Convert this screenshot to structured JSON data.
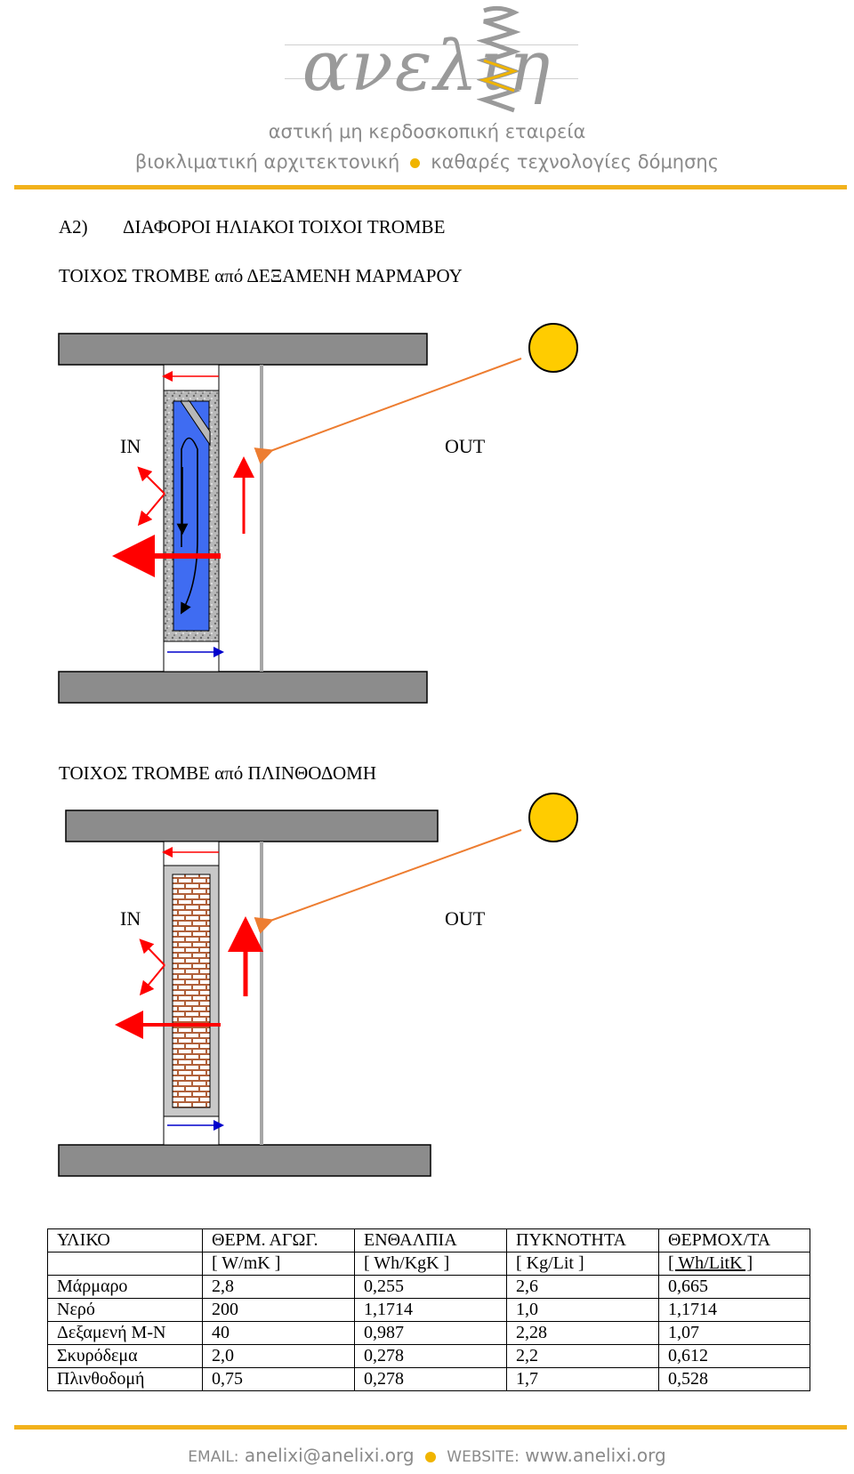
{
  "header": {
    "logo_text": "ανελιη",
    "tagline1": "αστική μη κερδοσκοπική εταιρεία",
    "tagline2_left": "βιοκλιματική αρχιτεκτονική",
    "tagline2_right": "καθαρές τεχνολογίες δόμησης"
  },
  "section": {
    "number": "Α2)",
    "title": "ΔΙΑΦΟΡΟΙ ΗΛΙΑΚΟΙ ΤΟΙΧΟΙ TROMBE"
  },
  "diagram1": {
    "title": "ΤΟΙΧΟΣ TROMBE από ΔΕΞΑΜΕΝΗ ΜΑΡΜΑΡΟΥ",
    "in_label": "IN",
    "out_label": "OUT"
  },
  "diagram2": {
    "title": "ΤΟΙΧΟΣ TROMBE από ΠΛΙΝΘΟΔΟΜΗ",
    "in_label": "IN",
    "out_label": "OUT"
  },
  "colors": {
    "accent": "#f2b21c",
    "sun": "#ffcc00",
    "water": "#3f6cf2",
    "brick": "#b0603a",
    "slab": "#8c8c8c",
    "hot_arrow": "#ff0000",
    "cold_arrow": "#0000cc",
    "sun_ray": "#ed7d31"
  },
  "table": {
    "headers": [
      "ΥΛΙΚΟ",
      "ΘΕΡΜ. ΑΓΩΓ.",
      "ΕΝΘΑΛΠΙΑ",
      "ΠΥΚΝΟΤΗΤΑ",
      "ΘΕΡΜΟΧ/ΤΑ"
    ],
    "units": [
      "",
      "[ W/mK ]",
      "[ Wh/KgK ]",
      "[ Kg/Lit ]",
      "[ Wh/LitK ]"
    ],
    "rows": [
      [
        "Μάρμαρο",
        "2,8",
        "0,255",
        "2,6",
        "0,665"
      ],
      [
        "Νερό",
        "200",
        "1,1714",
        "1,0",
        "1,1714"
      ],
      [
        "Δεξαμενή Μ-Ν",
        "40",
        "0,987",
        "2,28",
        "1,07"
      ],
      [
        "Σκυρόδεμα",
        "2,0",
        "0,278",
        "2,2",
        "0,612"
      ],
      [
        "Πλινθοδομή",
        "0,75",
        "0,278",
        "1,7",
        "0,528"
      ]
    ]
  },
  "footer": {
    "email_label": "EMAIL:",
    "email": "anelixi@anelixi.org",
    "website_label": "WEBSITE:",
    "website": "www.anelixi.org"
  }
}
